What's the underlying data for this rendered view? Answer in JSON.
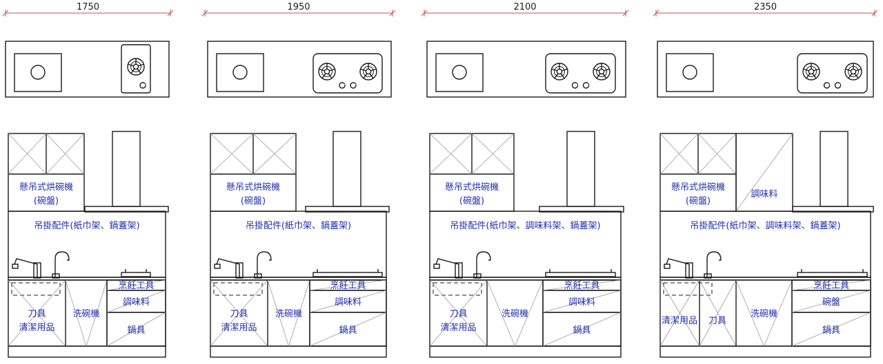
{
  "colors": {
    "label": "#1f2fa8",
    "line": "#1a1a1a",
    "dimension": "#c0504d",
    "hatch": "#9a9a9a"
  },
  "layouts": [
    {
      "width_label": "1750",
      "upper": [
        "懸吊式烘碗機",
        "(碗盤)"
      ],
      "rail": "吊掛配件(紙巾架、鍋蓋架)",
      "stove_burners": 1,
      "lower": {
        "left1": [
          "刀具",
          "清潔用品"
        ],
        "dishwasher": "洗碗機",
        "drawer1": "烹飪工具",
        "drawer2": "調味料",
        "drawer3": "鍋具"
      }
    },
    {
      "width_label": "1950",
      "upper": [
        "懸吊式烘碗機",
        "(碗盤)"
      ],
      "rail": "吊掛配件(紙巾架、鍋蓋架)",
      "stove_burners": 2,
      "lower": {
        "left1": [
          "刀具",
          "清潔用品"
        ],
        "dishwasher": "洗碗機",
        "drawer1": "烹飪工具",
        "drawer2": "調味料",
        "drawer3": "鍋具"
      }
    },
    {
      "width_label": "2100",
      "upper": [
        "懸吊式烘碗機",
        "(碗盤)"
      ],
      "rail": "吊掛配件(紙巾架、調味料架、鍋蓋架)",
      "stove_burners": 2,
      "lower": {
        "left1": [
          "刀具",
          "清潔用品"
        ],
        "dishwasher": "洗碗機",
        "drawer1": "烹飪工具",
        "drawer2": "調味料",
        "drawer3": "鍋具"
      }
    },
    {
      "width_label": "2350",
      "upper": [
        "懸吊式烘碗機",
        "(碗盤)"
      ],
      "upper_extra": "調味料",
      "rail": "吊掛配件(紙巾架、調味料架、鍋蓋架)",
      "stove_burners": 2,
      "lower": {
        "left1": [
          "清潔用品"
        ],
        "left2": "刀具",
        "dishwasher": "洗碗機",
        "drawer1": "烹飪工具",
        "drawer2": "碗盤",
        "drawer3": "鍋具"
      }
    }
  ]
}
